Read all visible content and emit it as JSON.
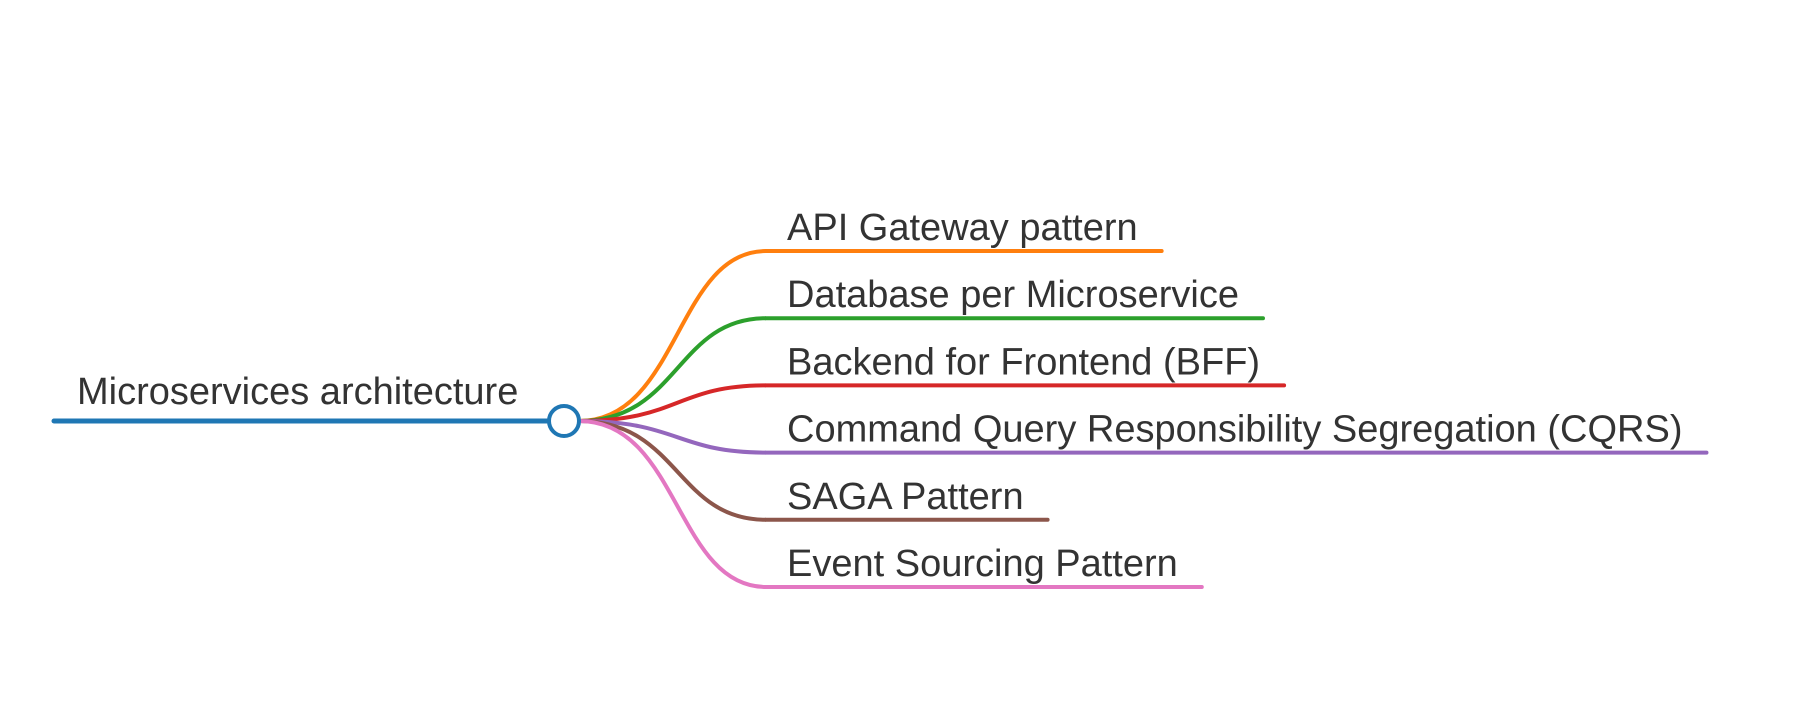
{
  "root": {
    "label": "Microservices architecture",
    "color": "#1f77b4"
  },
  "branches": [
    {
      "label": "API Gateway pattern",
      "color": "#ff7f0e"
    },
    {
      "label": "Database per Microservice",
      "color": "#2ca02c"
    },
    {
      "label": "Backend for Frontend (BFF)",
      "color": "#d62728"
    },
    {
      "label": "Command Query Responsibility Segregation (CQRS)",
      "color": "#9467bd"
    },
    {
      "label": "SAGA Pattern",
      "color": "#8c564b"
    },
    {
      "label": "Event Sourcing Pattern",
      "color": "#e377c2"
    }
  ]
}
